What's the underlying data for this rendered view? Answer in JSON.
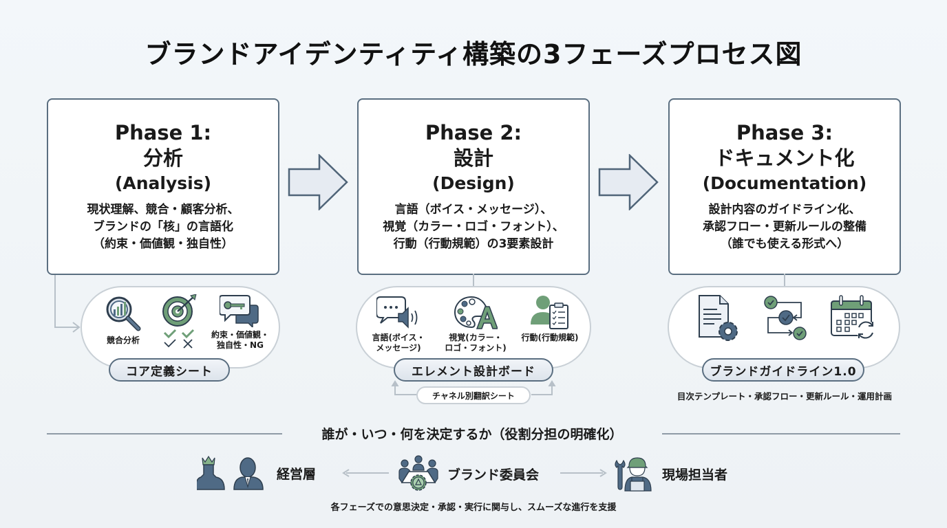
{
  "title": "ブランドアイデンティティ構築の3フェーズプロセス図",
  "phases": [
    {
      "phase": "Phase 1:",
      "name_jp": "分析",
      "name_en": "(Analysis)",
      "description": "現状理解、競合・顧客分析、\nブランドの「核」の言語化\n（約束・価値観・独自性）",
      "icons": [
        {
          "icon": "magnifier-chart-icon",
          "label": "競合分析"
        },
        {
          "icon": "target-check-icon",
          "label": ""
        },
        {
          "icon": "key-speech-bubble-icon",
          "label": "約束・価値観・\n独自性・NG"
        }
      ],
      "deliverable": "コア定義シート"
    },
    {
      "phase": "Phase 2:",
      "name_jp": "設計",
      "name_en": "(Design)",
      "description": "言語（ボイス・メッセージ）、\n視覚（カラー・ロゴ・フォント）、\n行動（行動規範）の3要素設計",
      "icons": [
        {
          "icon": "speech-speaker-icon",
          "label": "言語(ボイス・\nメッセージ)"
        },
        {
          "icon": "palette-font-icon",
          "label": "視覚(カラー・\nロゴ・フォント)"
        },
        {
          "icon": "person-clipboard-icon",
          "label": "行動(行動規範)"
        }
      ],
      "deliverable": "エレメント設計ボード",
      "sub_deliverable": "チャネル別翻訳シート"
    },
    {
      "phase": "Phase 3:",
      "name_jp": "ドキュメント化",
      "name_en": "(Documentation)",
      "description": "設計内容のガイドライン化、\n承認フロー・更新ルールの整備\n（誰でも使える形式へ）",
      "icons": [
        {
          "icon": "document-gear-icon",
          "label": ""
        },
        {
          "icon": "approval-flow-icon",
          "label": ""
        },
        {
          "icon": "calendar-refresh-icon",
          "label": ""
        }
      ],
      "deliverable": "ブランドガイドライン1.0",
      "note": "目次テンプレート・承認フロー・更新ルール・運用計画"
    }
  ],
  "roles": {
    "heading": "誰が・いつ・何を決定するか（役割分担の明確化）",
    "items": [
      {
        "label": "経営層",
        "icon": "executives-icon"
      },
      {
        "label": "ブランド委員会",
        "icon": "committee-icon"
      },
      {
        "label": "現場担当者",
        "icon": "field-worker-icon"
      }
    ],
    "note": "各フェーズでの意思決定・承認・実行に関与し、スムーズな進行を支援"
  },
  "colors": {
    "navy": "#4f6a85",
    "green": "#6f9f78",
    "border": "#5a6e80",
    "light_border": "#c9d0d6",
    "background": "#f1f5f8"
  }
}
